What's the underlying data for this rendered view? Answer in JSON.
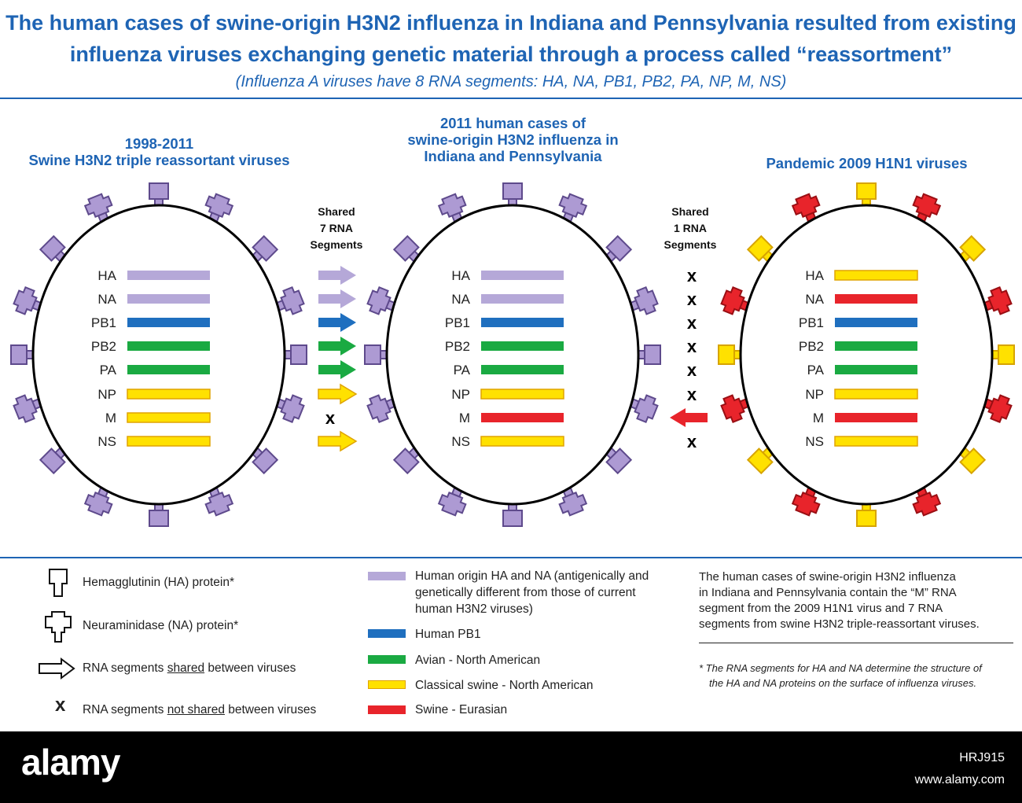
{
  "header": {
    "title_line1": "The human cases of swine-origin H3N2 influenza in Indiana and Pennsylvania resulted from existing",
    "title_line2": "influenza viruses exchanging genetic material through a process called “reassortment”",
    "subtitle": "(Influenza A viruses have 8 RNA segments: HA, NA, PB1, PB2, PA, NP, M, NS)"
  },
  "viruses": [
    {
      "title_line1": "1998-2011",
      "title_line2": "Swine H3N2 triple reassortant viruses",
      "title_line3": "",
      "segments": [
        "HA",
        "NA",
        "PB1",
        "PB2",
        "PA",
        "NP",
        "M",
        "NS"
      ],
      "colors": [
        "#b5a8d8",
        "#b5a8d8",
        "#1f6fbf",
        "#1aaa42",
        "#1aaa42",
        "#ffe100",
        "#ffe100",
        "#ffe100"
      ],
      "protein_scheme": "purple"
    },
    {
      "title_line1": "2011 human cases of",
      "title_line2": "swine-origin H3N2 influenza in",
      "title_line3": "Indiana and Pennsylvania",
      "segments": [
        "HA",
        "NA",
        "PB1",
        "PB2",
        "PA",
        "NP",
        "M",
        "NS"
      ],
      "colors": [
        "#b5a8d8",
        "#b5a8d8",
        "#1f6fbf",
        "#1aaa42",
        "#1aaa42",
        "#ffe100",
        "#e8242b",
        "#ffe100"
      ],
      "protein_scheme": "purple"
    },
    {
      "title_line1": "Pandemic 2009 H1N1 viruses",
      "title_line2": "",
      "title_line3": "",
      "segments": [
        "HA",
        "NA",
        "PB1",
        "PB2",
        "PA",
        "NP",
        "M",
        "NS"
      ],
      "colors": [
        "#ffe100",
        "#e8242b",
        "#1f6fbf",
        "#1aaa42",
        "#1aaa42",
        "#ffe100",
        "#e8242b",
        "#ffe100"
      ],
      "protein_scheme": "red-yellow"
    }
  ],
  "shared_left": {
    "label_line1": "Shared",
    "label_line2": "7 RNA",
    "label_line3": "Segments",
    "marks": [
      "arrow",
      "arrow",
      "arrow",
      "arrow",
      "arrow",
      "arrow",
      "x",
      "arrow"
    ]
  },
  "shared_right": {
    "label_line1": "Shared",
    "label_line2": "1 RNA",
    "label_line3": "Segments",
    "marks": [
      "x",
      "x",
      "x",
      "x",
      "x",
      "x",
      "arrow-left",
      "x"
    ]
  },
  "legend_symbols": {
    "ha": "Hemagglutinin (HA) protein*",
    "na": "Neuraminidase (NA) protein*",
    "arrow_pre": "RNA segments ",
    "arrow_u": "shared",
    "arrow_post": " between viruses",
    "x_glyph": "x",
    "x_pre": "RNA segments ",
    "x_u": "not shared",
    "x_post": " between viruses"
  },
  "legend_colors": {
    "human_ha_na_line1": "Human origin HA and NA (antigenically and",
    "human_ha_na_line2": "genetically different from those of current",
    "human_ha_na_line3": "human H3N2 viruses)",
    "human_pb1": "Human PB1",
    "avian": "Avian - North American",
    "classical_swine": "Classical swine - North American",
    "swine_eurasian": "Swine - Eurasian"
  },
  "note": {
    "line1": "The human cases of swine-origin H3N2 influenza",
    "line2": "in Indiana and Pennsylvania contain the “M” RNA",
    "line3": "segment from the 2009 H1N1 virus and 7 RNA",
    "line4": "segments from swine H3N2 triple-reassortant viruses."
  },
  "footnote": {
    "line1": "*  The RNA segments for HA and NA determine the structure of",
    "line2": "the HA and NA proteins on the surface of influenza viruses."
  },
  "watermark": {
    "brand": "alamy",
    "code": "HRJ915",
    "url": "www.alamy.com"
  },
  "palette": {
    "purple": "#b5a8d8",
    "blue": "#1f6fbf",
    "green": "#1aaa42",
    "yellow": "#ffe100",
    "red": "#e8242b",
    "title_blue": "#1e64b4"
  }
}
